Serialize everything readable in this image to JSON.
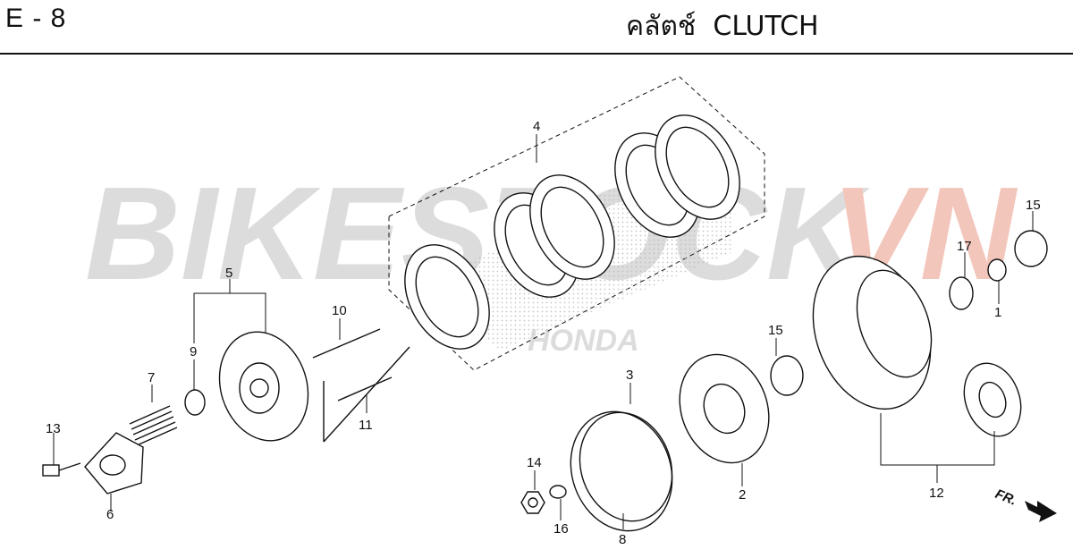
{
  "header": {
    "code": "E - 8",
    "title_thai": "คลัตช์",
    "title_en": "CLUTCH"
  },
  "watermark": {
    "text_main": "BIKESTOCK",
    "text_accent": "VN",
    "sub": "HONDA",
    "color_main": "#d9d9d9",
    "color_accent": "#f2c0b5"
  },
  "callouts": [
    "1",
    "2",
    "3",
    "4",
    "5",
    "6",
    "7",
    "8",
    "9",
    "10",
    "11",
    "12",
    "13",
    "14",
    "15",
    "15",
    "16",
    "17"
  ],
  "direction": {
    "label": "FR.",
    "icon": "arrow-down-right-icon"
  },
  "colors": {
    "line": "#111111",
    "hatch": "#bdbdbd"
  }
}
